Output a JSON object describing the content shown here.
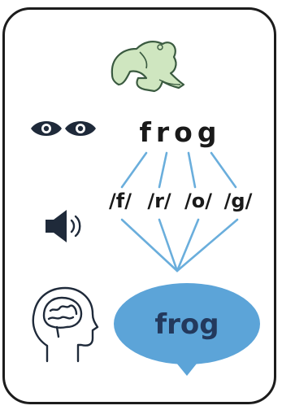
{
  "card": {
    "word": "frog",
    "phonemes": [
      "/f/",
      "/r/",
      "/o/",
      "/g/"
    ],
    "bubble_word": "frog"
  },
  "icons": {
    "frog": "frog-icon",
    "eyes": "eyes-icon",
    "speaker": "speaker-icon",
    "head": "head-brain-icon",
    "bubble": "speech-bubble-icon"
  },
  "colors": {
    "frog_fill": "#cfe6c0",
    "frog_stroke": "#3a5a40",
    "lines": "#6aaedc",
    "bubble": "#5ca4d8",
    "bubble_text": "#23395d",
    "border": "#1c1c1c"
  }
}
